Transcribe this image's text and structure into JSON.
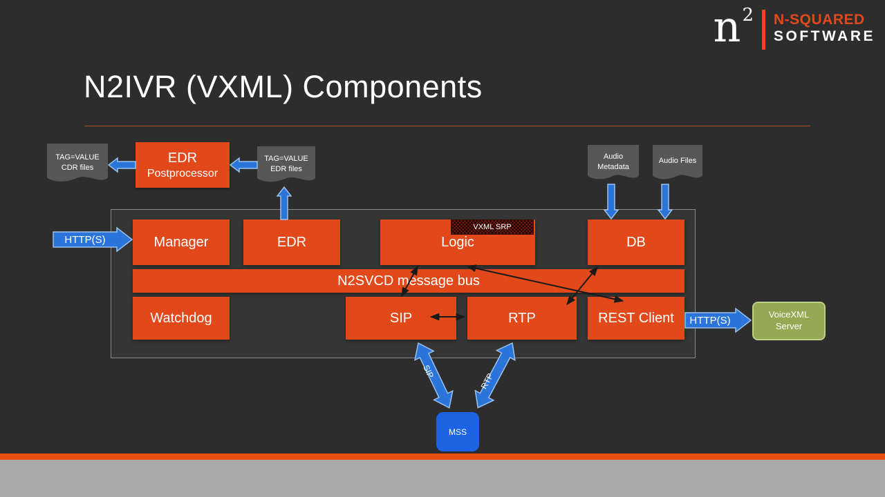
{
  "colors": {
    "background": "#2d2d2d",
    "accent_orange": "#e2491a",
    "arrow_blue": "#2b74d9",
    "doc_gray": "#575757",
    "voicexml_green": "#94a953",
    "mss_blue": "#1c64e3",
    "footer_gray": "#a9a9a9",
    "srp_red": "#7c1b10"
  },
  "logo": {
    "mark": "n",
    "mark_sup": "2",
    "line1": "N-SQUARED",
    "line2": "SOFTWARE"
  },
  "title": "N2IVR (VXML) Components",
  "diagram": {
    "docs": {
      "cdr": "TAG=VALUE CDR files",
      "edr": "TAG=VALUE EDR files",
      "audio_metadata": "Audio Metadata",
      "audio_files": "Audio Files"
    },
    "edr_postprocessor": {
      "line1": "EDR",
      "line2": "Postprocessor"
    },
    "boxes": {
      "manager": "Manager",
      "edr": "EDR",
      "logic": "Logic",
      "db": "DB",
      "watchdog": "Watchdog",
      "sip": "SIP",
      "rtp": "RTP",
      "rest_client": "REST Client"
    },
    "vxml_srp": "VXML SRP",
    "message_bus": "N2SVCD message bus",
    "http_left": "HTTP(S)",
    "http_right": "HTTP(S)",
    "voicexml_server": "VoiceXML Server",
    "mss": "MSS",
    "arrow_labels": {
      "sip": "SIP",
      "rtp": "RTP"
    }
  }
}
